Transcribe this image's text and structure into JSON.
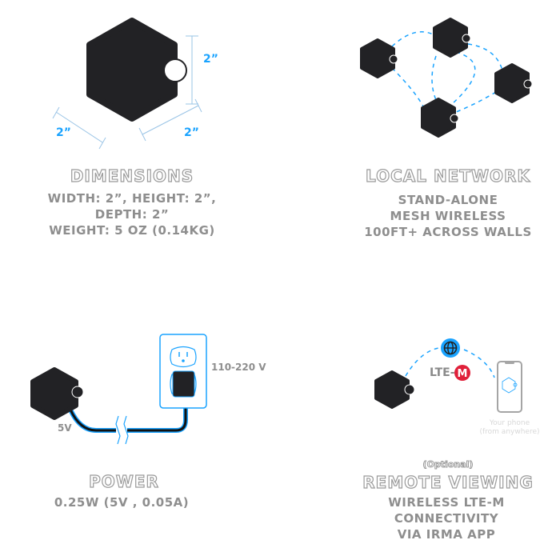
{
  "colors": {
    "accent": "#1aa3ff",
    "device": "#222225",
    "text": "#8e8e8e",
    "lte_red": "#e0203a"
  },
  "dimensions": {
    "title": "Dimensions",
    "lines": [
      "WIDTH: 2”, HEIGHT: 2”,",
      "DEPTH: 2”",
      "WEIGHT: 5 OZ (0.14KG)"
    ],
    "height_label": "2”",
    "width_label": "2”",
    "depth_label": "2”"
  },
  "network": {
    "title": "Local Network",
    "lines": [
      "STAND-ALONE",
      "MESH WIRELESS",
      "100FT+ ACROSS WALLS"
    ]
  },
  "power": {
    "title": "Power",
    "lines": [
      "0.25W (5V , 0.05A)"
    ],
    "device_voltage": "5V",
    "outlet_voltage": "110-220 V"
  },
  "remote": {
    "optional": "(Optional)",
    "title": "Remote Viewing",
    "lines": [
      "WIRELESS LTE-M",
      "CONNECTIVITY",
      "VIA IRMA APP"
    ],
    "lte_label": "LTE-",
    "lte_badge": "M",
    "phone_caption": [
      "Your phone",
      "(from anywhere)"
    ]
  }
}
